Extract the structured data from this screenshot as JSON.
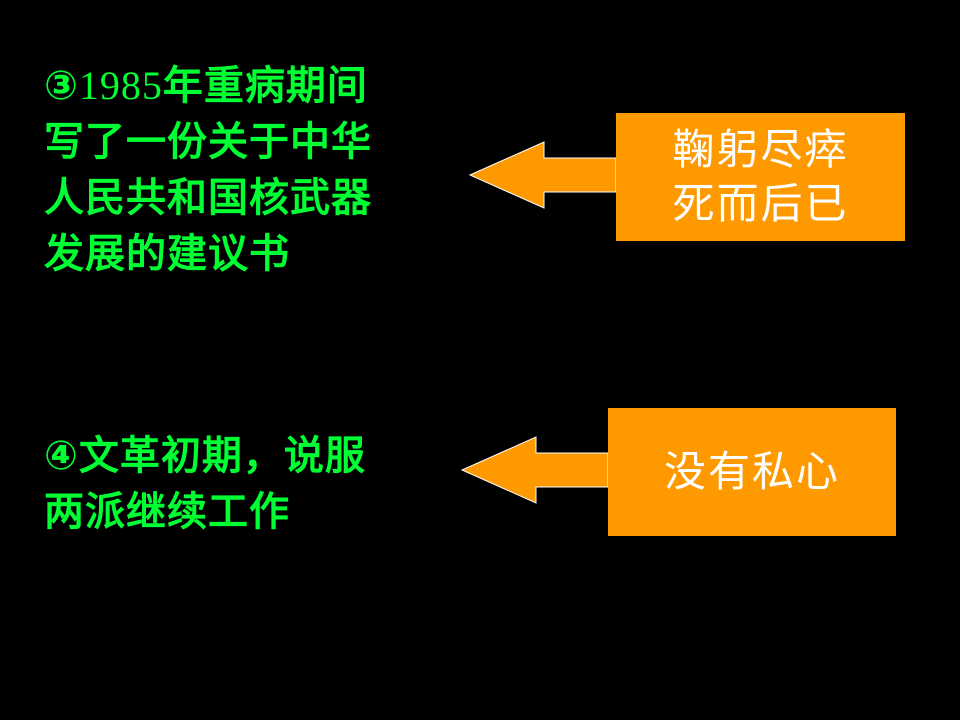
{
  "left_items": [
    {
      "marker": "③",
      "year": "1985",
      "lines": [
        "年重病期间",
        "写了一份关于中华",
        "人民共和国核武器",
        "发展的建议书"
      ]
    },
    {
      "marker": "④",
      "lines": [
        "文革初期，说服",
        "两派继续工作"
      ]
    }
  ],
  "right_boxes": [
    {
      "lines": [
        "鞠躬尽瘁",
        "死而后已"
      ]
    },
    {
      "lines": [
        "没有私心"
      ]
    }
  ],
  "colors": {
    "background": "#000000",
    "text_green": "#00ff33",
    "box_orange": "#ff9900",
    "box_text": "#ffffff"
  },
  "icons": [
    "left-arrow-icon",
    "left-arrow-icon"
  ]
}
